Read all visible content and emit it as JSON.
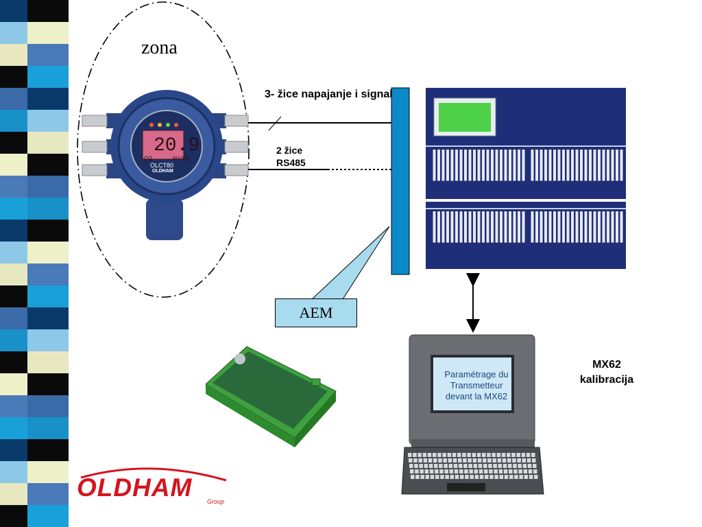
{
  "zone": {
    "label": "zona"
  },
  "links": {
    "power_signal": "3- žice napajanje i signal",
    "rs485_line1": "2 žice",
    "rs485_line2": "RS485"
  },
  "aem": {
    "label": "AEM"
  },
  "transmitter": {
    "display_value": "20.9",
    "display_gas": "O2",
    "display_unit": "%VOL",
    "display_brand": "OLCT80",
    "display_brand2": "OLDHAM"
  },
  "controller": {
    "name": "MX62",
    "caption_line1": "MX62",
    "caption_line2": "kalibracija"
  },
  "laptop": {
    "screen_line1": "Paramétrage du",
    "screen_line2": "Transmetteur",
    "screen_line3": "devant la MX62"
  },
  "logo": {
    "text": "OLDHAM",
    "sub": "Group"
  },
  "colors": {
    "aem_bar": "#0a8ac8",
    "aem_box": "#a9dbef",
    "controller_bg": "#1e2e78",
    "logo_red": "#d4141c"
  }
}
